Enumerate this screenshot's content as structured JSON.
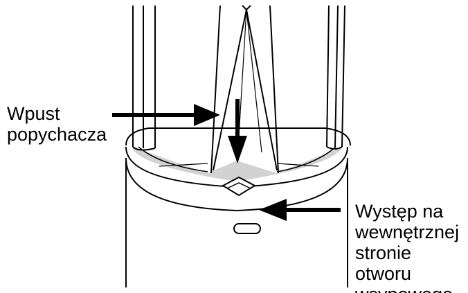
{
  "labels": {
    "left": [
      "Wpust",
      "popychacza"
    ],
    "right": [
      "Występ na",
      "wewnętrznej",
      "stronie",
      "otworu",
      "wsypowego"
    ]
  },
  "colors": {
    "ink": "#000000",
    "rim_fill": "#d2d2d2",
    "background": "#ffffff"
  }
}
